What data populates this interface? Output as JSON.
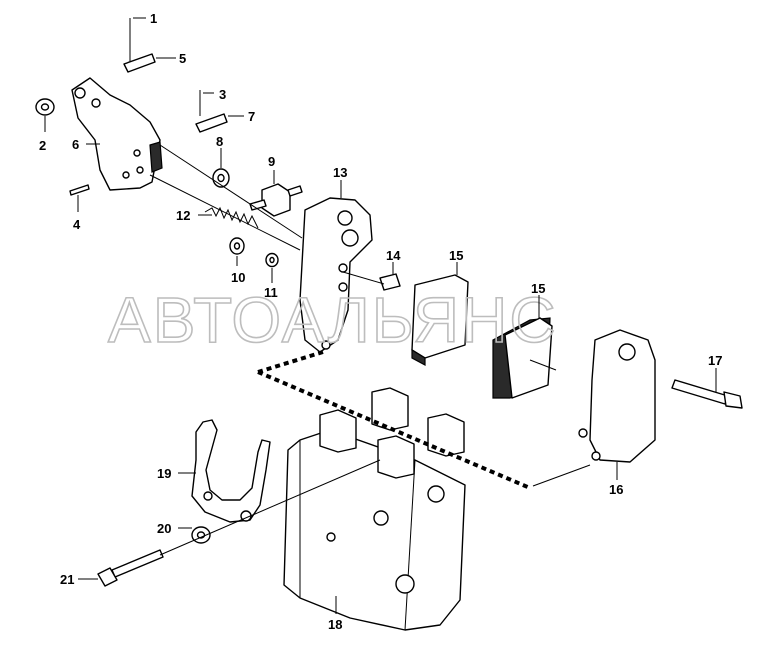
{
  "watermark": "АВТОАЛЬЯНС",
  "callouts": [
    {
      "id": "c1",
      "label": "1"
    },
    {
      "id": "c2",
      "label": "2"
    },
    {
      "id": "c3",
      "label": "3"
    },
    {
      "id": "c4",
      "label": "4"
    },
    {
      "id": "c5",
      "label": "5"
    },
    {
      "id": "c6",
      "label": "6"
    },
    {
      "id": "c7",
      "label": "7"
    },
    {
      "id": "c8",
      "label": "8"
    },
    {
      "id": "c9",
      "label": "9"
    },
    {
      "id": "c10",
      "label": "10"
    },
    {
      "id": "c11",
      "label": "11"
    },
    {
      "id": "c12",
      "label": "12"
    },
    {
      "id": "c13",
      "label": "13"
    },
    {
      "id": "c14",
      "label": "14"
    },
    {
      "id": "c15a",
      "label": "15"
    },
    {
      "id": "c15b",
      "label": "15"
    },
    {
      "id": "c16",
      "label": "16"
    },
    {
      "id": "c17",
      "label": "17"
    },
    {
      "id": "c18",
      "label": "18"
    },
    {
      "id": "c19",
      "label": "19"
    },
    {
      "id": "c20",
      "label": "20"
    },
    {
      "id": "c21",
      "label": "21"
    }
  ]
}
